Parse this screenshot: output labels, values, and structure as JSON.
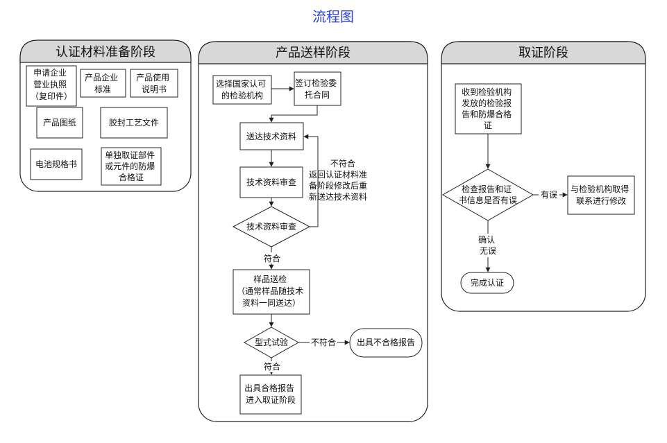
{
  "title": "流程图",
  "colors": {
    "title": "#2a3ff0",
    "header_fill": "#d8d8d8",
    "stroke": "#222222"
  },
  "phases": {
    "prep": {
      "title": "认证材料准备阶段",
      "items": {
        "license": [
          "申请企业",
          "营业执照",
          "（复印件）"
        ],
        "enterprise_std": [
          "产品企业",
          "标准"
        ],
        "manual": [
          "产品使用",
          "说明书"
        ],
        "drawing": [
          "产品图纸"
        ],
        "sealing": [
          "胶封工艺文件"
        ],
        "battery": [
          "电池规格书"
        ],
        "component": [
          "单独取证部件",
          "或元件的防爆",
          "合格证"
        ]
      }
    },
    "sample": {
      "title": "产品送样阶段",
      "nodes": {
        "choose_lab": [
          "选择国家认可",
          "的检验机构"
        ],
        "sign": [
          "签订检验委",
          "托合同"
        ],
        "send_docs": [
          "送达技术资料"
        ],
        "review_box": [
          "技术资料审查"
        ],
        "review_diamond": [
          "技术资料审查"
        ],
        "send_sample": [
          "样品送检",
          "（通常样品随技术",
          "资料一同送达）"
        ],
        "type_test": [
          "型式试验"
        ],
        "fail_report": [
          "出具不合格报告"
        ],
        "pass_report": [
          "出具合格报告",
          "进入取证阶段"
        ]
      },
      "edge_labels": {
        "nonconform_return": [
          "不符合",
          "返回认证材料准",
          "备阶段修改后重",
          "新送达技术资料"
        ],
        "conform_1": "符合",
        "nonconform_2": "不符合",
        "conform_2": "符合"
      }
    },
    "cert": {
      "title": "取证阶段",
      "nodes": {
        "receive": [
          "收到检验机构",
          "发放的检验报",
          "告和防爆合格",
          "证"
        ],
        "check": [
          "检查报告和证",
          "书信息是否有误"
        ],
        "contact": [
          "与检验机构取得",
          "联系进行修改"
        ],
        "done": [
          "完成认证"
        ]
      },
      "edge_labels": {
        "has_error": "有误",
        "confirmed": [
          "确认",
          "无误"
        ]
      }
    }
  }
}
